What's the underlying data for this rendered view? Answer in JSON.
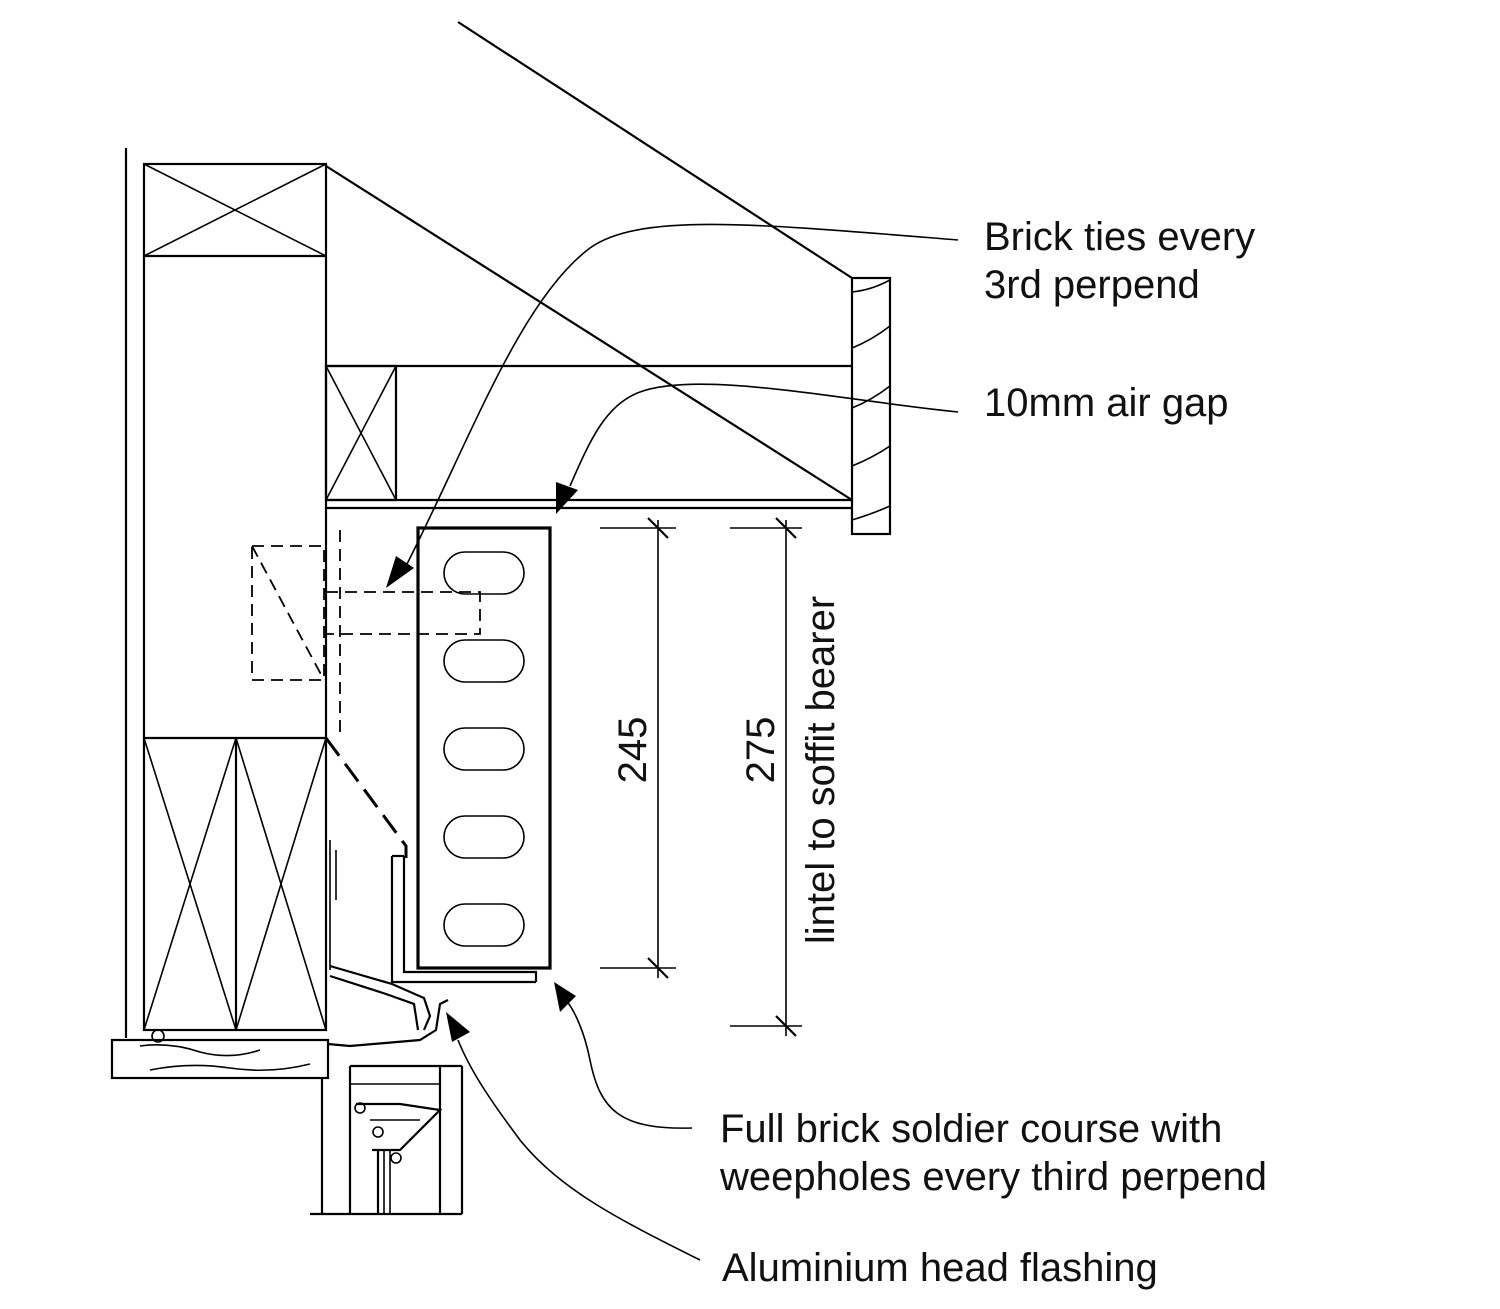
{
  "annotations": {
    "brick_ties": [
      "Brick ties every",
      "3rd perpend"
    ],
    "air_gap": "10mm air gap",
    "soldier_course": [
      "Full brick soldier course with",
      "weepholes every third perpend"
    ],
    "head_flashing": "Aluminium head flashing"
  },
  "dimensions": {
    "inner": "245",
    "outer": "275",
    "outer_note": "lintel to soffit bearer"
  }
}
